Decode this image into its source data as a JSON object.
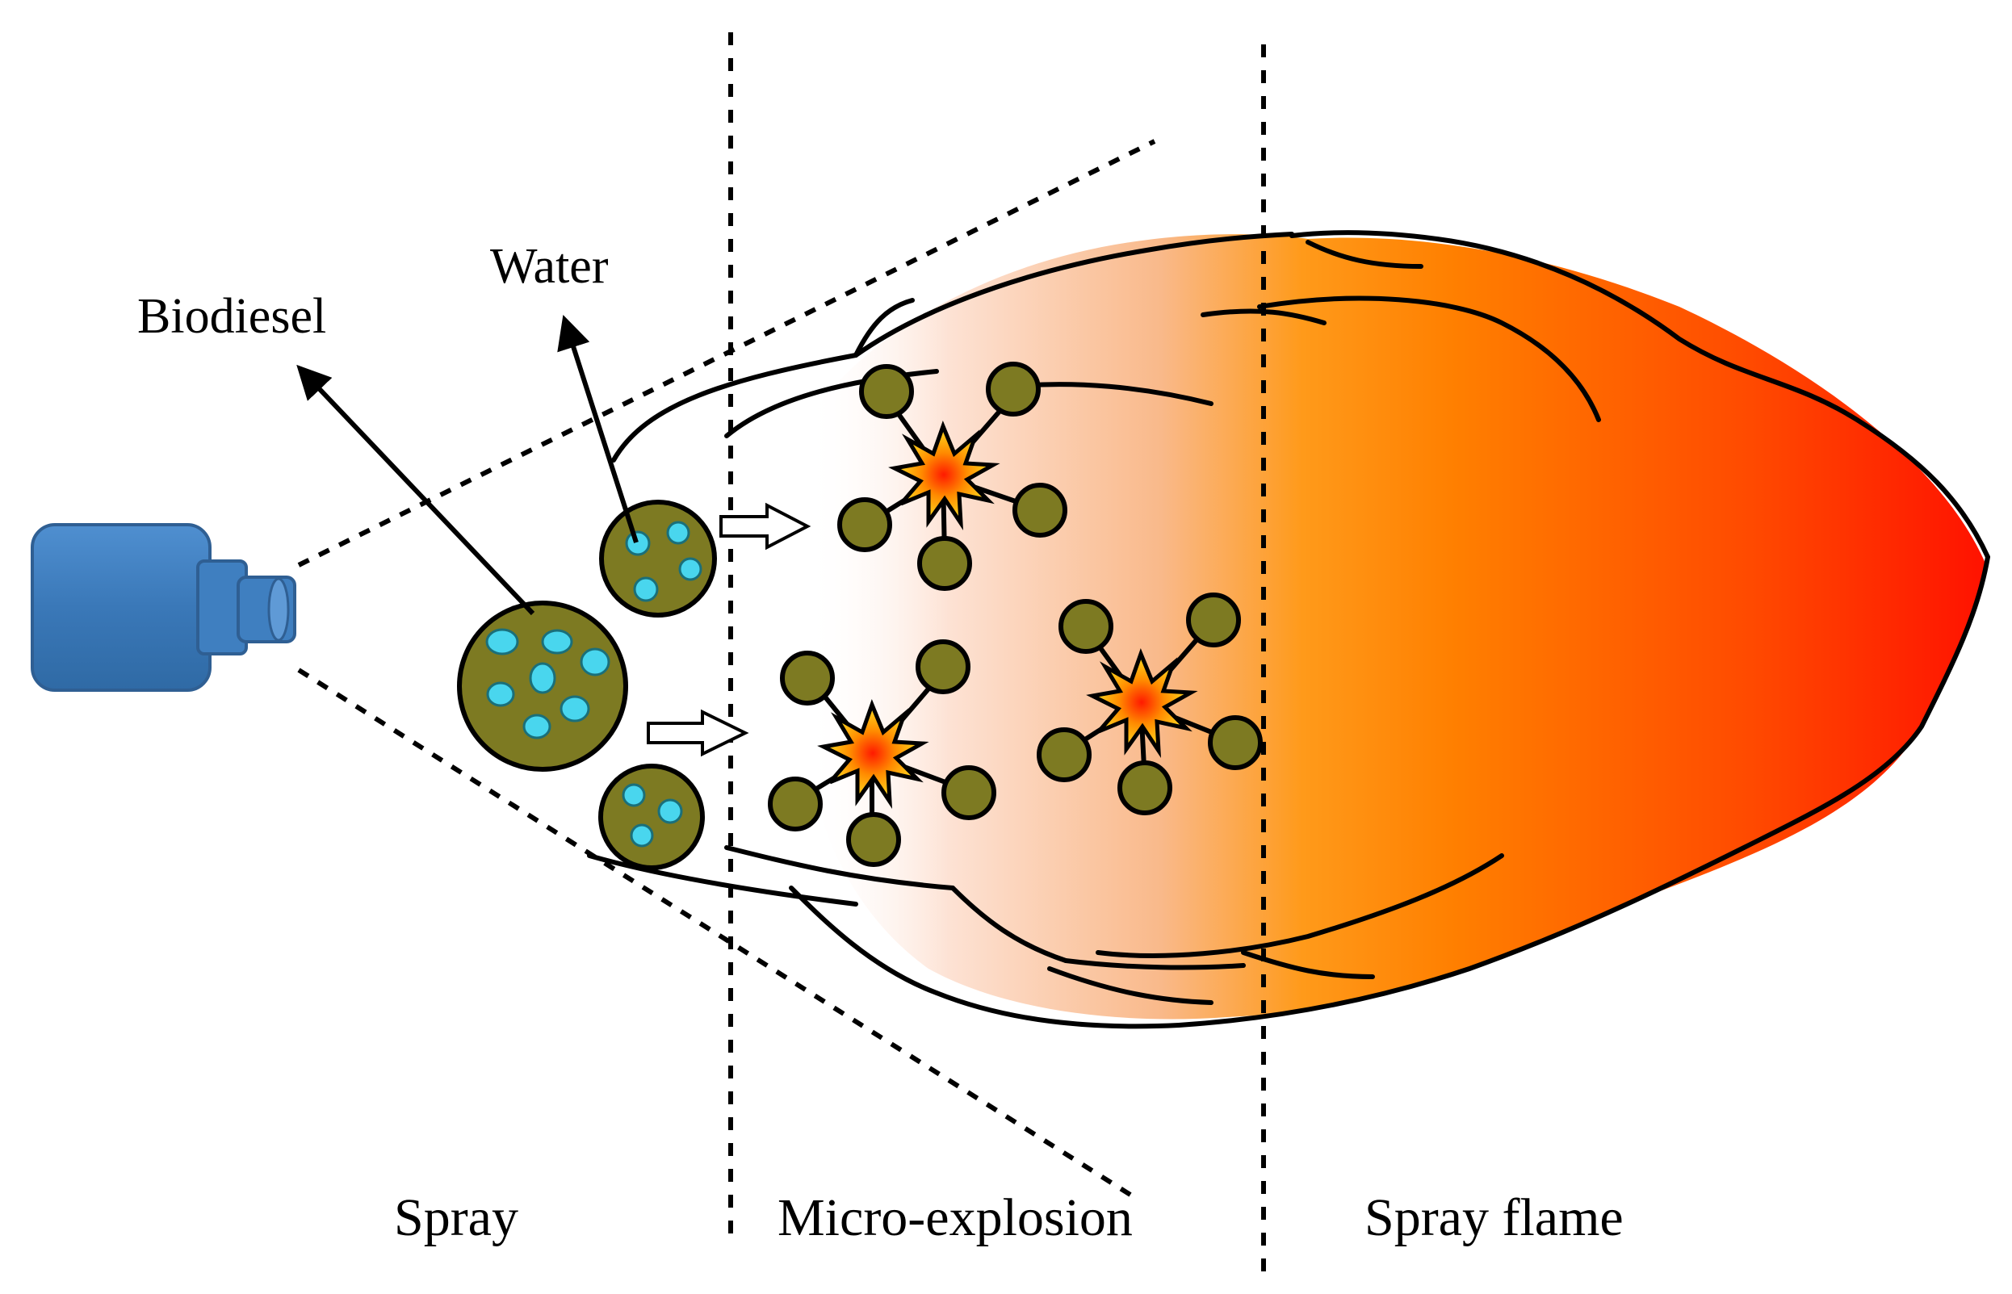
{
  "labels": {
    "biodiesel": "Biodiesel",
    "water": "Water",
    "spray": "Spray",
    "micro_explosion": "Micro-explosion",
    "spray_flame": "Spray flame"
  },
  "colors": {
    "nozzle": "#3f7fc0",
    "nozzle_edge": "#2f5f93",
    "droplet_fill": "#7d7a22",
    "water_fill": "#49d6ee",
    "flame_start": "#ffe4d6",
    "flame_mid": "#ff8a00",
    "flame_end": "#ff1400",
    "spark_center": "#ff2a00",
    "spark_outer": "#ffd21a"
  },
  "icons": {
    "nozzle": "injector-nozzle-icon",
    "explosion": "starburst-icon",
    "arrow": "hollow-arrow-icon"
  }
}
